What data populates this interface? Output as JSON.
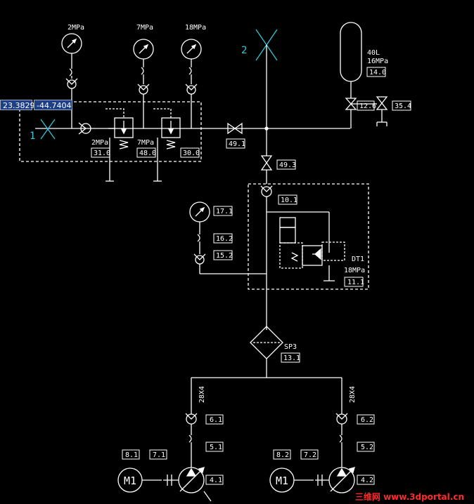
{
  "coordinates": {
    "x": "23.3829",
    "y": "-44.7404"
  },
  "gauges": {
    "g1": "2MPa",
    "g2": "7MPa",
    "g3": "18MPa"
  },
  "markers": {
    "m1": "1",
    "m2": "2"
  },
  "accumulator": {
    "volume": "40L",
    "pressure": "16MPa",
    "tag": "14.0"
  },
  "relief_labels": {
    "r1": "2MPa",
    "r2": "7MPa"
  },
  "tags": {
    "t310": "31.0",
    "t480": "48.0",
    "t300": "30.0",
    "t491": "49.1",
    "t493": "49.3",
    "t126": "12.6",
    "t354": "35.4",
    "t101": "10.1",
    "t171": "17.1",
    "t162": "16.2",
    "t152": "15.2",
    "t111": "11.1",
    "t131": "13.1",
    "t61": "6.1",
    "t62": "6.2",
    "t51": "5.1",
    "t52": "5.2",
    "t81": "8.1",
    "t71": "7.1",
    "t82": "8.2",
    "t72": "7.2",
    "t41": "4.1",
    "t42": "4.2"
  },
  "dt1": {
    "name": "DT1",
    "pressure": "18MPa"
  },
  "filter": {
    "name": "SP3"
  },
  "pipes": {
    "left": "28X4",
    "right": "28X4"
  },
  "motors": {
    "m1": "M1",
    "m2": "M1"
  },
  "watermark": "三维网 www.3dportal.cn",
  "colors": {
    "line": "#ffffff",
    "marker": "#33c8d8",
    "watermark": "#ff2a2a"
  }
}
